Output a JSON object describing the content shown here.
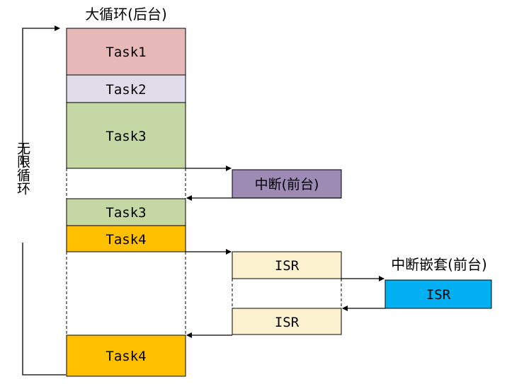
{
  "labels": {
    "main_loop_title": "大循环(后台)",
    "infinite_loop": "无限循环",
    "nested_interrupt_title": "中断嵌套(前台)"
  },
  "tasks": [
    {
      "label": "Task1",
      "color": "#e6b8b7"
    },
    {
      "label": "Task2",
      "color": "#e0dcea"
    },
    {
      "label": "Task3",
      "color": "#c5d8a3"
    },
    {
      "label": "Task3",
      "color": "#c5d8a3"
    },
    {
      "label": "Task4",
      "color": "#ffc000"
    },
    {
      "label": "Task4",
      "color": "#ffc000"
    }
  ],
  "interrupt_box": {
    "label": "中断(前台)",
    "color": "#9d8ab5"
  },
  "isr_boxes": [
    {
      "label": "ISR",
      "color": "#fdf2d0"
    },
    {
      "label": "ISR",
      "color": "#fdf2d0"
    }
  ],
  "nested_isr_box": {
    "label": "ISR",
    "color": "#00b0f0"
  },
  "colors": {
    "border": "#000000",
    "background": "#ffffff"
  }
}
